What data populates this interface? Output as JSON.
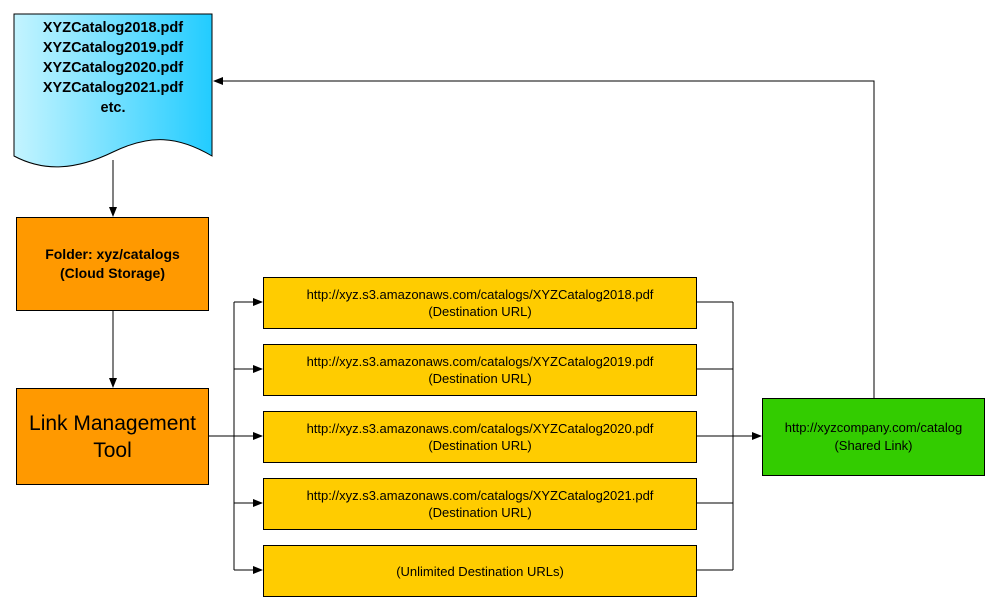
{
  "document": {
    "files": [
      "XYZCatalog2018.pdf",
      "XYZCatalog2019.pdf",
      "XYZCatalog2020.pdf",
      "XYZCatalog2021.pdf",
      "etc."
    ]
  },
  "folder": {
    "line1": "Folder: xyz/catalogs",
    "line2": "(Cloud Storage)"
  },
  "tool": {
    "line1": "Link Management",
    "line2": "Tool"
  },
  "destinations": [
    {
      "url": "http://xyz.s3.amazonaws.com/catalogs/XYZCatalog2018.pdf",
      "label": "(Destination URL)"
    },
    {
      "url": "http://xyz.s3.amazonaws.com/catalogs/XYZCatalog2019.pdf",
      "label": "(Destination URL)"
    },
    {
      "url": "http://xyz.s3.amazonaws.com/catalogs/XYZCatalog2020.pdf",
      "label": "(Destination URL)"
    },
    {
      "url": "http://xyz.s3.amazonaws.com/catalogs/XYZCatalog2021.pdf",
      "label": "(Destination URL)"
    },
    {
      "url": "",
      "label": "(Unlimited Destination URLs)"
    }
  ],
  "shared": {
    "url": "http://xyzcompany.com/catalog",
    "label": "(Shared Link)"
  },
  "colors": {
    "document_gradient_start": "#c4f4ff",
    "document_gradient_end": "#22ccff",
    "orange": "#ff9900",
    "yellow": "#ffcc00",
    "green": "#33cc00"
  }
}
